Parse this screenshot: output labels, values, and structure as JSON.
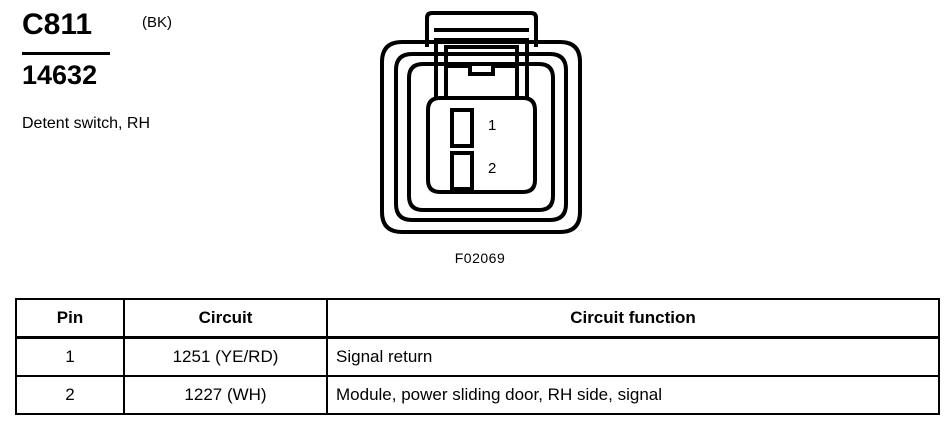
{
  "header": {
    "connector_id": "C811",
    "color_code": "(BK)",
    "part_number": "14632",
    "description": "Detent switch, RH"
  },
  "figure": {
    "code": "F02069",
    "alt_name": "connector-face-view",
    "pins": [
      {
        "number": "1"
      },
      {
        "number": "2"
      }
    ]
  },
  "table": {
    "columns": [
      "Pin",
      "Circuit",
      "Circuit function"
    ],
    "rows": [
      {
        "pin": "1",
        "circuit": "1251 (YE/RD)",
        "function": "Signal return"
      },
      {
        "pin": "2",
        "circuit": "1227 (WH)",
        "function": "Module, power sliding door, RH side, signal"
      }
    ]
  },
  "colors": {
    "line": "#000000",
    "background": "#ffffff"
  }
}
